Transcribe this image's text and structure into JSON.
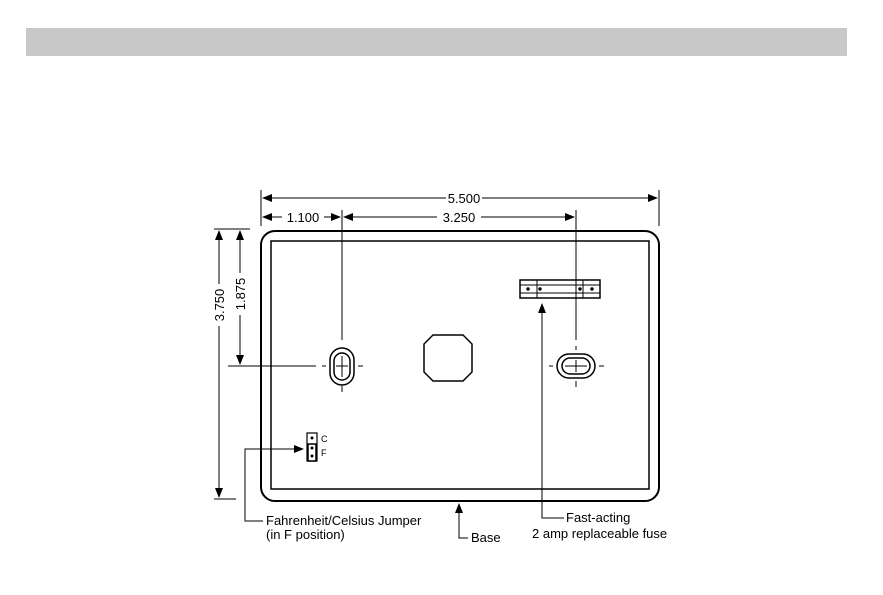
{
  "diagram": {
    "dimensions": {
      "overall_width": "5.500",
      "left_offset": "1.100",
      "hole_spacing": "3.250",
      "overall_height": "3.750",
      "hole_height": "1.875"
    },
    "jumper": {
      "label_c": "C",
      "label_f": "F"
    },
    "callouts": {
      "jumper_line1": "Fahrenheit/Celsius Jumper",
      "jumper_line2": "(in F position)",
      "base": "Base",
      "fuse_line1": "Fast-acting",
      "fuse_line2": "2 amp replaceable fuse"
    }
  }
}
